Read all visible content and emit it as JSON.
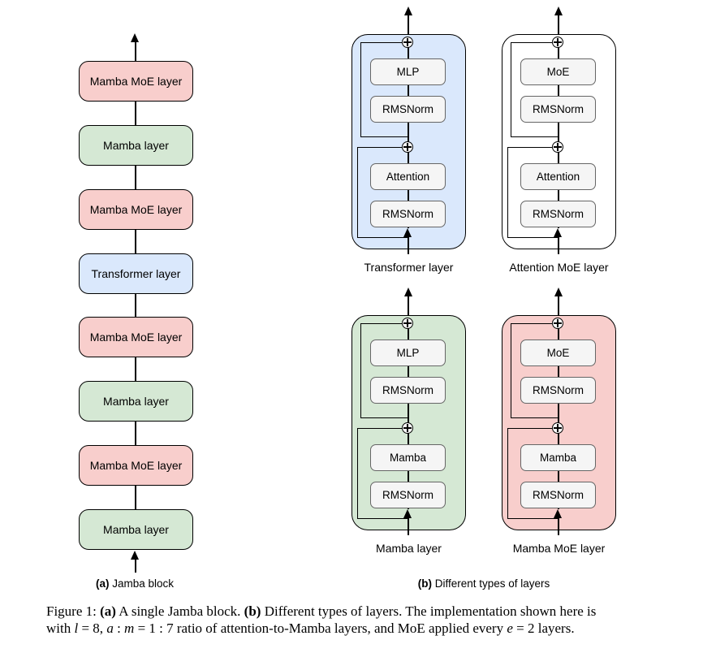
{
  "colors": {
    "red_fill": "#f8cecc",
    "red_stroke": "#b85450",
    "green_fill": "#d5e8d4",
    "green_stroke": "#82b366",
    "blue_fill": "#dae8fc",
    "blue_stroke": "#6c8ebf",
    "white_fill": "#ffffff",
    "white_stroke": "#000000",
    "block_fill": "#f5f5f5",
    "block_stroke": "#666666",
    "line": "#000000"
  },
  "icons": {
    "circle_plus": "⊕ residual add",
    "arrow_up": "▲ flow direction"
  },
  "panel_a": {
    "caption": [
      {
        "t": "(a) ",
        "b": true
      },
      {
        "t": "Jamba block"
      }
    ],
    "boxes": [
      {
        "label": "Mamba MoE layer",
        "type": "red"
      },
      {
        "label": "Mamba layer",
        "type": "green"
      },
      {
        "label": "Mamba MoE layer",
        "type": "red"
      },
      {
        "label": "Transformer layer",
        "type": "blue"
      },
      {
        "label": "Mamba MoE layer",
        "type": "red"
      },
      {
        "label": "Mamba layer",
        "type": "green"
      },
      {
        "label": "Mamba MoE layer",
        "type": "red"
      },
      {
        "label": "Mamba layer",
        "type": "green"
      }
    ]
  },
  "panel_b": {
    "caption": [
      {
        "t": "(b) ",
        "b": true
      },
      {
        "t": "Different types of layers"
      }
    ],
    "diagrams": [
      {
        "name": "Transformer layer",
        "theme": "blue",
        "top_block": "MLP",
        "top_norm": "RMSNorm",
        "bottom_block": "Attention",
        "bottom_norm": "RMSNorm"
      },
      {
        "name": "Attention MoE layer",
        "theme": "white",
        "top_block": "MoE",
        "top_norm": "RMSNorm",
        "bottom_block": "Attention",
        "bottom_norm": "RMSNorm"
      },
      {
        "name": "Mamba layer",
        "theme": "green",
        "top_block": "MLP",
        "top_norm": "RMSNorm",
        "bottom_block": "Mamba",
        "bottom_norm": "RMSNorm"
      },
      {
        "name": "Mamba MoE layer",
        "theme": "red",
        "top_block": "MoE",
        "top_norm": "RMSNorm",
        "bottom_block": "Mamba",
        "bottom_norm": "RMSNorm"
      }
    ]
  },
  "figure_caption": {
    "lines": [
      [
        {
          "t": "Figure 1: "
        },
        {
          "t": "(a)",
          "b": true
        },
        {
          "t": " A single Jamba block. "
        },
        {
          "t": "(b)",
          "b": true
        },
        {
          "t": " Different types of layers. The implementation shown here is"
        }
      ],
      [
        {
          "t": "with "
        },
        {
          "t": "l",
          "i": true
        },
        {
          "t": " = 8, "
        },
        {
          "t": "a",
          "i": true
        },
        {
          "t": " : "
        },
        {
          "t": "m",
          "i": true
        },
        {
          "t": " = 1 : 7 ratio of attention-to-Mamba layers, and MoE applied every "
        },
        {
          "t": "e",
          "i": true
        },
        {
          "t": " = 2 layers."
        }
      ]
    ]
  }
}
